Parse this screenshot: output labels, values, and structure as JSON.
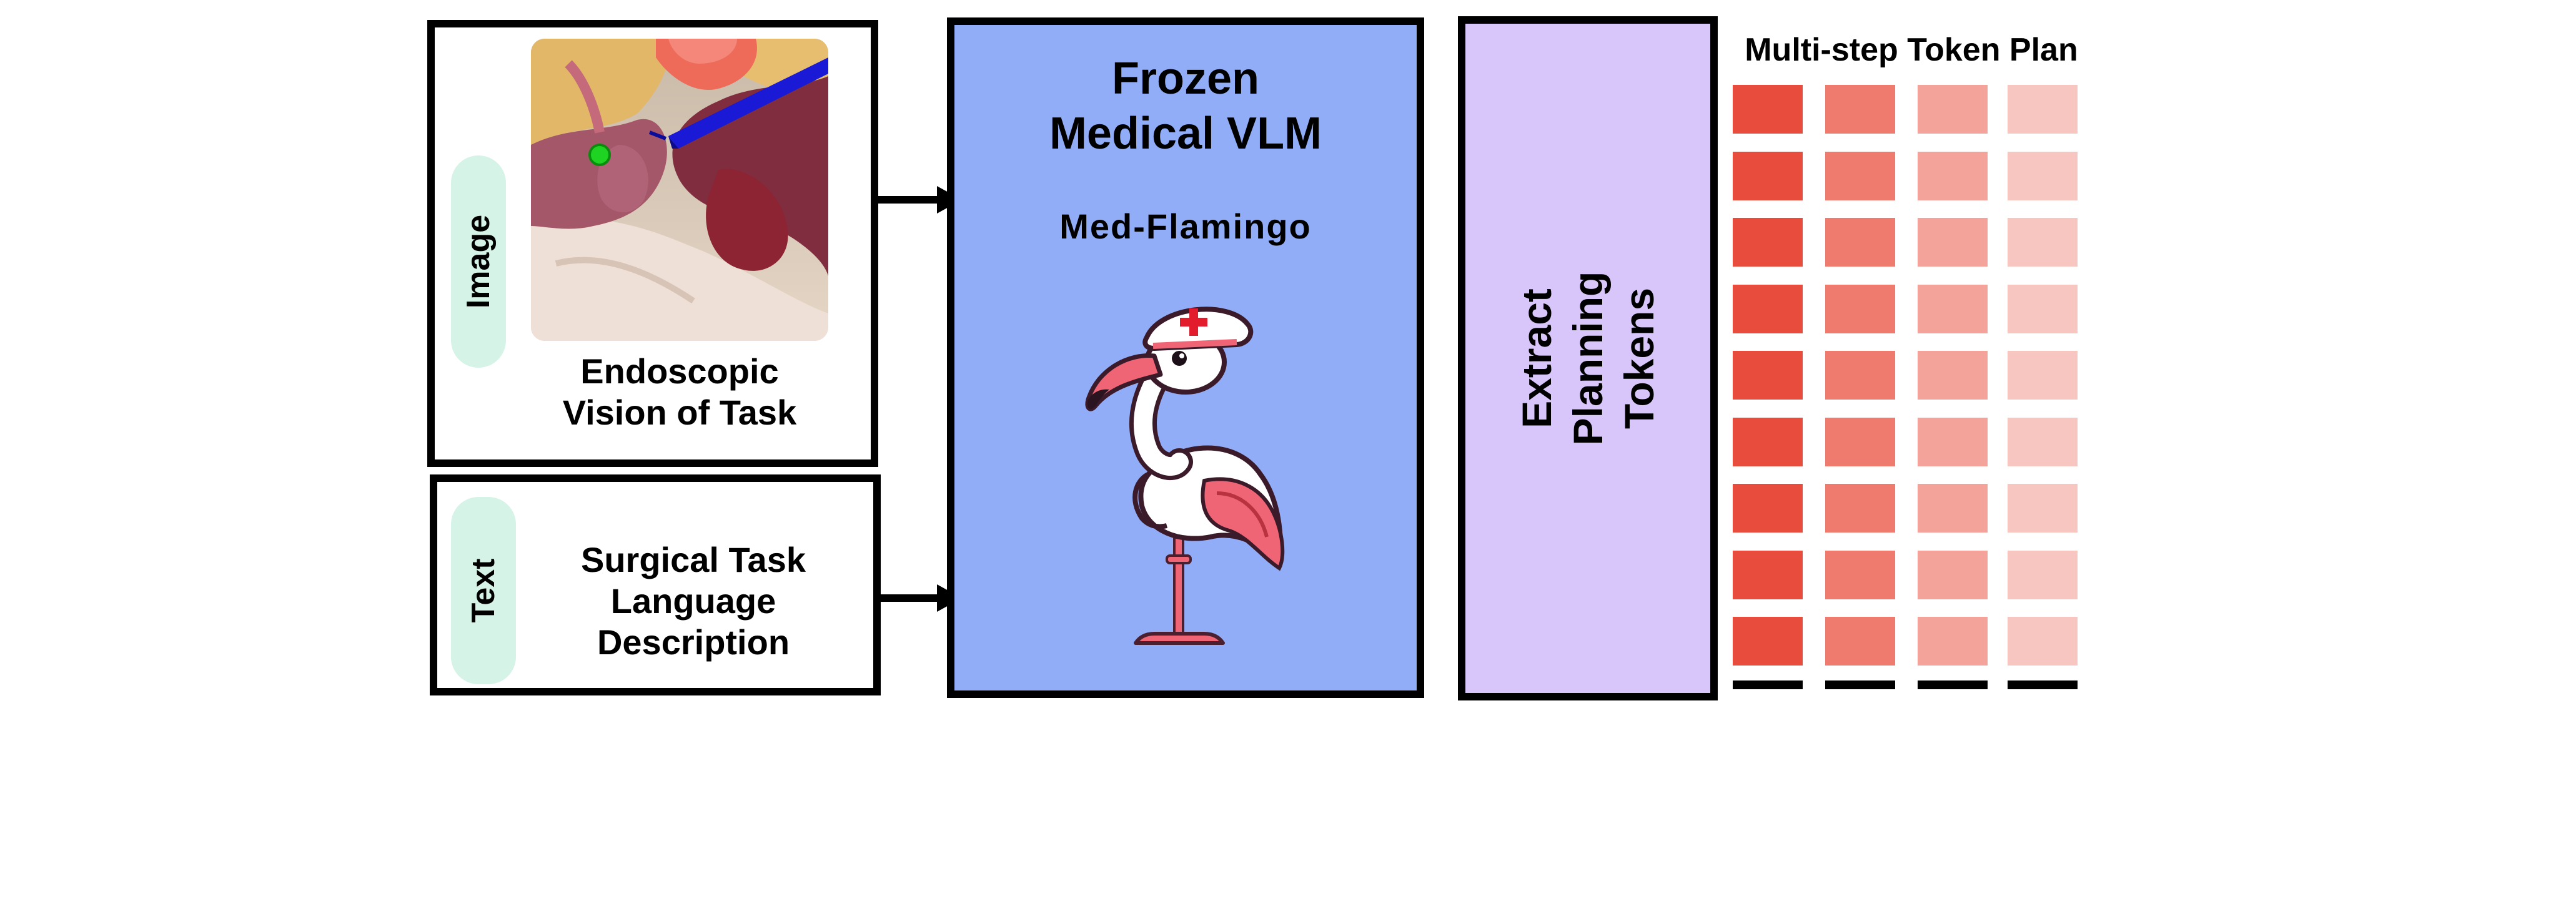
{
  "image_input": {
    "tag": "Image",
    "caption_lines": [
      "Endoscopic",
      "Vision of Task"
    ]
  },
  "text_input": {
    "tag": "Text",
    "caption_lines": [
      "Surgical Task",
      "Language",
      "Description"
    ]
  },
  "vlm": {
    "title_lines": [
      "Frozen",
      "Medical VLM"
    ],
    "model_name": "Med-Flamingo"
  },
  "extract": {
    "label_lines": [
      "Extract",
      "Planning",
      "Tokens"
    ]
  },
  "token_plan": {
    "title": "Multi-step Token Plan",
    "columns": 4,
    "rows": 9,
    "column_colors": [
      "#e84c3d",
      "#ef7b6f",
      "#f4a39a",
      "#f8c6c1"
    ]
  },
  "colors": {
    "vlm_fill": "#92adf7",
    "extract_fill": "#d8c6fb",
    "tag_fill": "#d5f3e6"
  },
  "icons": [
    "endoscopic-image",
    "nurse-flamingo-icon"
  ]
}
